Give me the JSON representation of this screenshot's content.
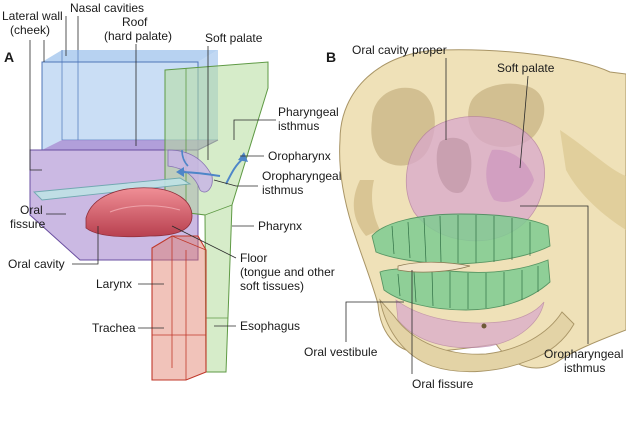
{
  "panel_a": {
    "letter": "A",
    "labels": {
      "lateral_wall_1": "Lateral wall",
      "lateral_wall_2": "(cheek)",
      "nasal_cavities": "Nasal cavities",
      "roof_1": "Roof",
      "roof_2": "(hard palate)",
      "soft_palate": "Soft palate",
      "pharyngeal_isthmus_1": "Pharyngeal",
      "pharyngeal_isthmus_2": "isthmus",
      "oropharynx": "Oropharynx",
      "oropharyngeal_isthmus_1": "Oropharyngeal",
      "oropharyngeal_isthmus_2": "isthmus",
      "oral_fissure_1": "Oral",
      "oral_fissure_2": "fissure",
      "pharynx": "Pharynx",
      "oral_cavity": "Oral cavity",
      "floor_1": "Floor",
      "floor_2": "(tongue and other",
      "floor_3": "soft tissues)",
      "larynx": "Larynx",
      "trachea": "Trachea",
      "esophagus": "Esophagus"
    }
  },
  "panel_b": {
    "letter": "B",
    "labels": {
      "oral_cavity_proper": "Oral cavity proper",
      "soft_palate": "Soft palate",
      "oral_vestibule": "Oral vestibule",
      "oral_fissure": "Oral fissure",
      "oropharyngeal_isthmus_1": "Oropharyngeal",
      "oropharyngeal_isthmus_2": "isthmus"
    }
  },
  "colors": {
    "nasal_blue": "#9fc3ec",
    "oral_purple": "#a88ad0",
    "pharynx_green": "#b5dc9c",
    "larynx_red": "#e07a66",
    "tongue_pink": "#d9606e",
    "bone": "#efe1b8",
    "bone_shadow": "#cdb98a",
    "teeth_green": "#7fcc92",
    "cavity_pink": "#d9a8cc"
  }
}
